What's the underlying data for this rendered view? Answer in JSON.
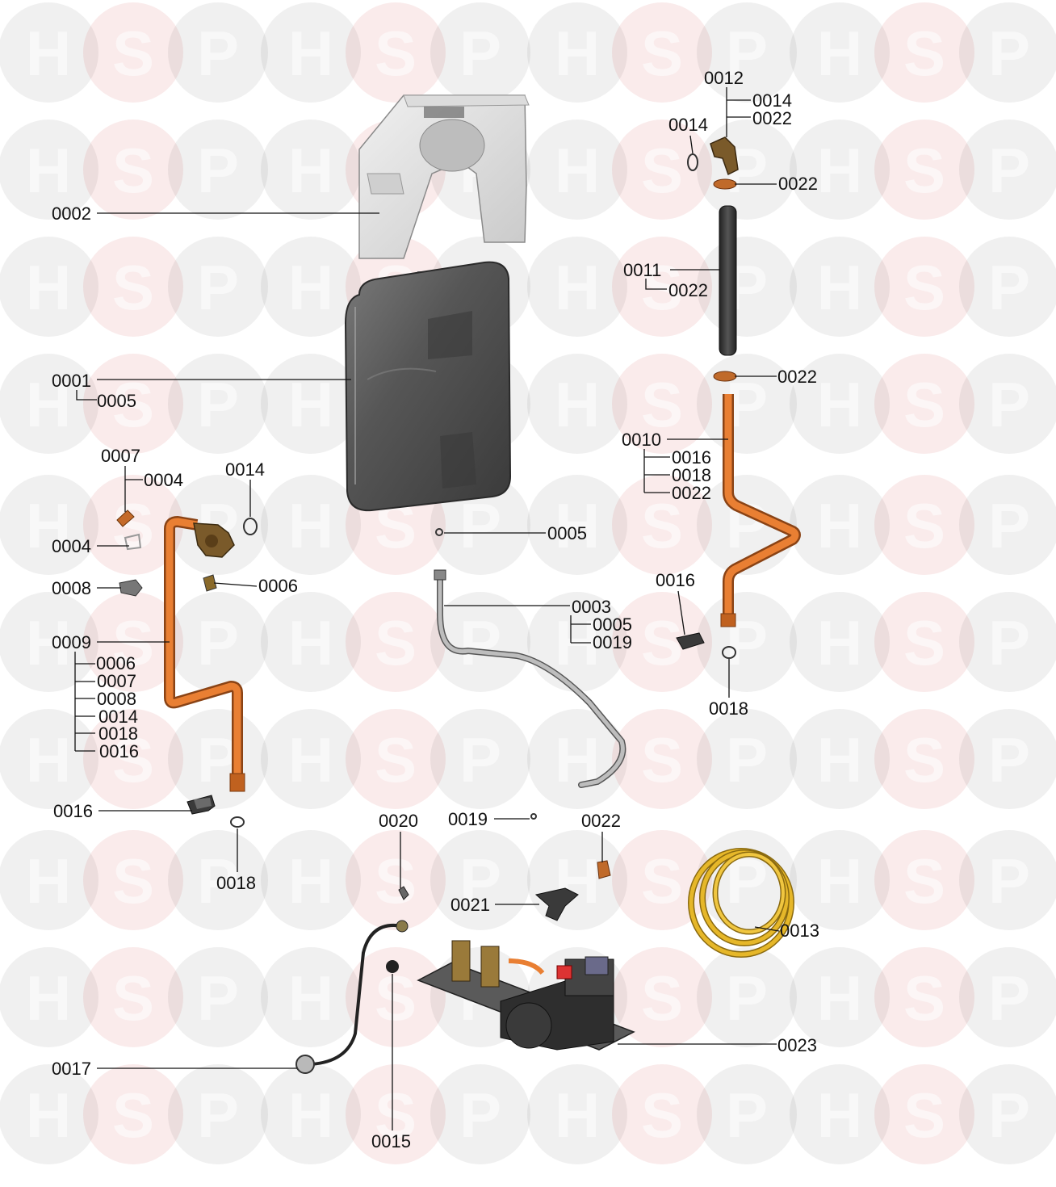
{
  "watermark": {
    "letters": [
      "H",
      "S",
      "P"
    ]
  },
  "colors": {
    "copper": "#e07a2e",
    "copper_dark": "#a8531a",
    "brass": "#d9a521",
    "vessel": "#4e4e4e",
    "hose": "#9c9c9c",
    "cover": "#e2e2e2"
  },
  "parts": [
    {
      "code": "0002"
    },
    {
      "code": "0001"
    },
    {
      "code": "0005"
    },
    {
      "code": "0007"
    },
    {
      "code": "0004"
    },
    {
      "code": "0014"
    },
    {
      "code": "0004"
    },
    {
      "code": "0008"
    },
    {
      "code": "0006"
    },
    {
      "code": "0009"
    },
    {
      "code": "0006"
    },
    {
      "code": "0007"
    },
    {
      "code": "0008"
    },
    {
      "code": "0014"
    },
    {
      "code": "0018"
    },
    {
      "code": "0016"
    },
    {
      "code": "0016"
    },
    {
      "code": "0018"
    },
    {
      "code": "0012"
    },
    {
      "code": "0014"
    },
    {
      "code": "0022"
    },
    {
      "code": "0014"
    },
    {
      "code": "0022"
    },
    {
      "code": "0011"
    },
    {
      "code": "0022"
    },
    {
      "code": "0022"
    },
    {
      "code": "0010"
    },
    {
      "code": "0016"
    },
    {
      "code": "0018"
    },
    {
      "code": "0022"
    },
    {
      "code": "0005"
    },
    {
      "code": "0003"
    },
    {
      "code": "0005"
    },
    {
      "code": "0019"
    },
    {
      "code": "0016"
    },
    {
      "code": "0018"
    },
    {
      "code": "0020"
    },
    {
      "code": "0019"
    },
    {
      "code": "0022"
    },
    {
      "code": "0021"
    },
    {
      "code": "0013"
    },
    {
      "code": "0023"
    },
    {
      "code": "0017"
    },
    {
      "code": "0015"
    }
  ]
}
